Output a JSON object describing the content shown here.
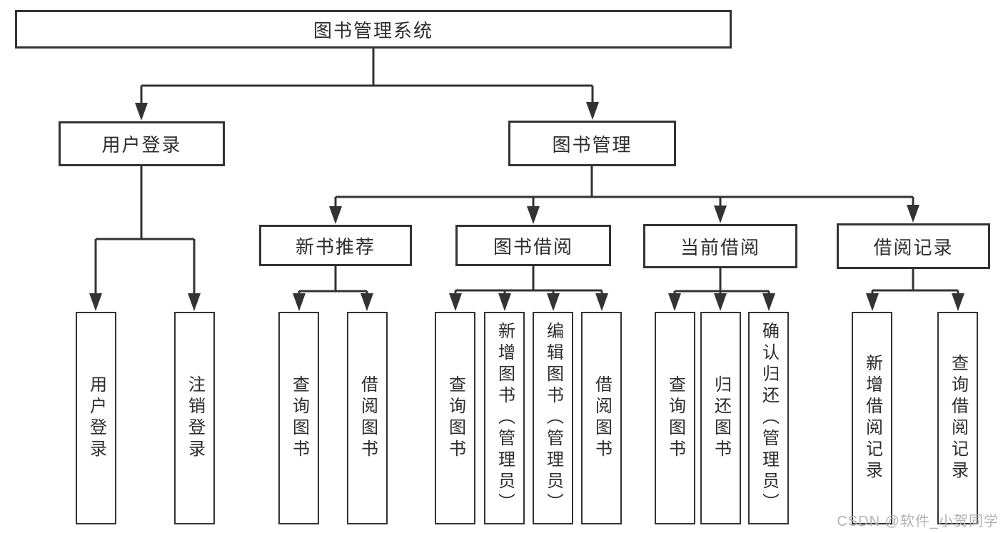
{
  "diagram": {
    "root": {
      "label": "图书管理系统"
    },
    "branches": [
      {
        "label": "用户登录",
        "children": [
          {
            "label": "用户登录"
          },
          {
            "label": "注销登录"
          }
        ]
      },
      {
        "label": "图书管理",
        "children": [
          {
            "label": "新书推荐",
            "children": [
              {
                "label": "查询图书"
              },
              {
                "label": "借阅图书"
              }
            ]
          },
          {
            "label": "图书借阅",
            "children": [
              {
                "label": "查询图书"
              },
              {
                "label": "新增图书（管理员）"
              },
              {
                "label": "编辑图书（管理员）"
              },
              {
                "label": "借阅图书"
              }
            ]
          },
          {
            "label": "当前借阅",
            "children": [
              {
                "label": "查询图书"
              },
              {
                "label": "归还图书"
              },
              {
                "label": "确认归还（管理员）"
              }
            ]
          },
          {
            "label": "借阅记录",
            "children": [
              {
                "label": "新增借阅记录"
              },
              {
                "label": "查询借阅记录"
              }
            ]
          }
        ]
      }
    ]
  },
  "colors": {
    "line": "#333333",
    "text": "#2d2d2d",
    "watermark": "#b2b2b2",
    "background": "#ffffff"
  },
  "watermark": "CSDN @软件_小贺同学"
}
